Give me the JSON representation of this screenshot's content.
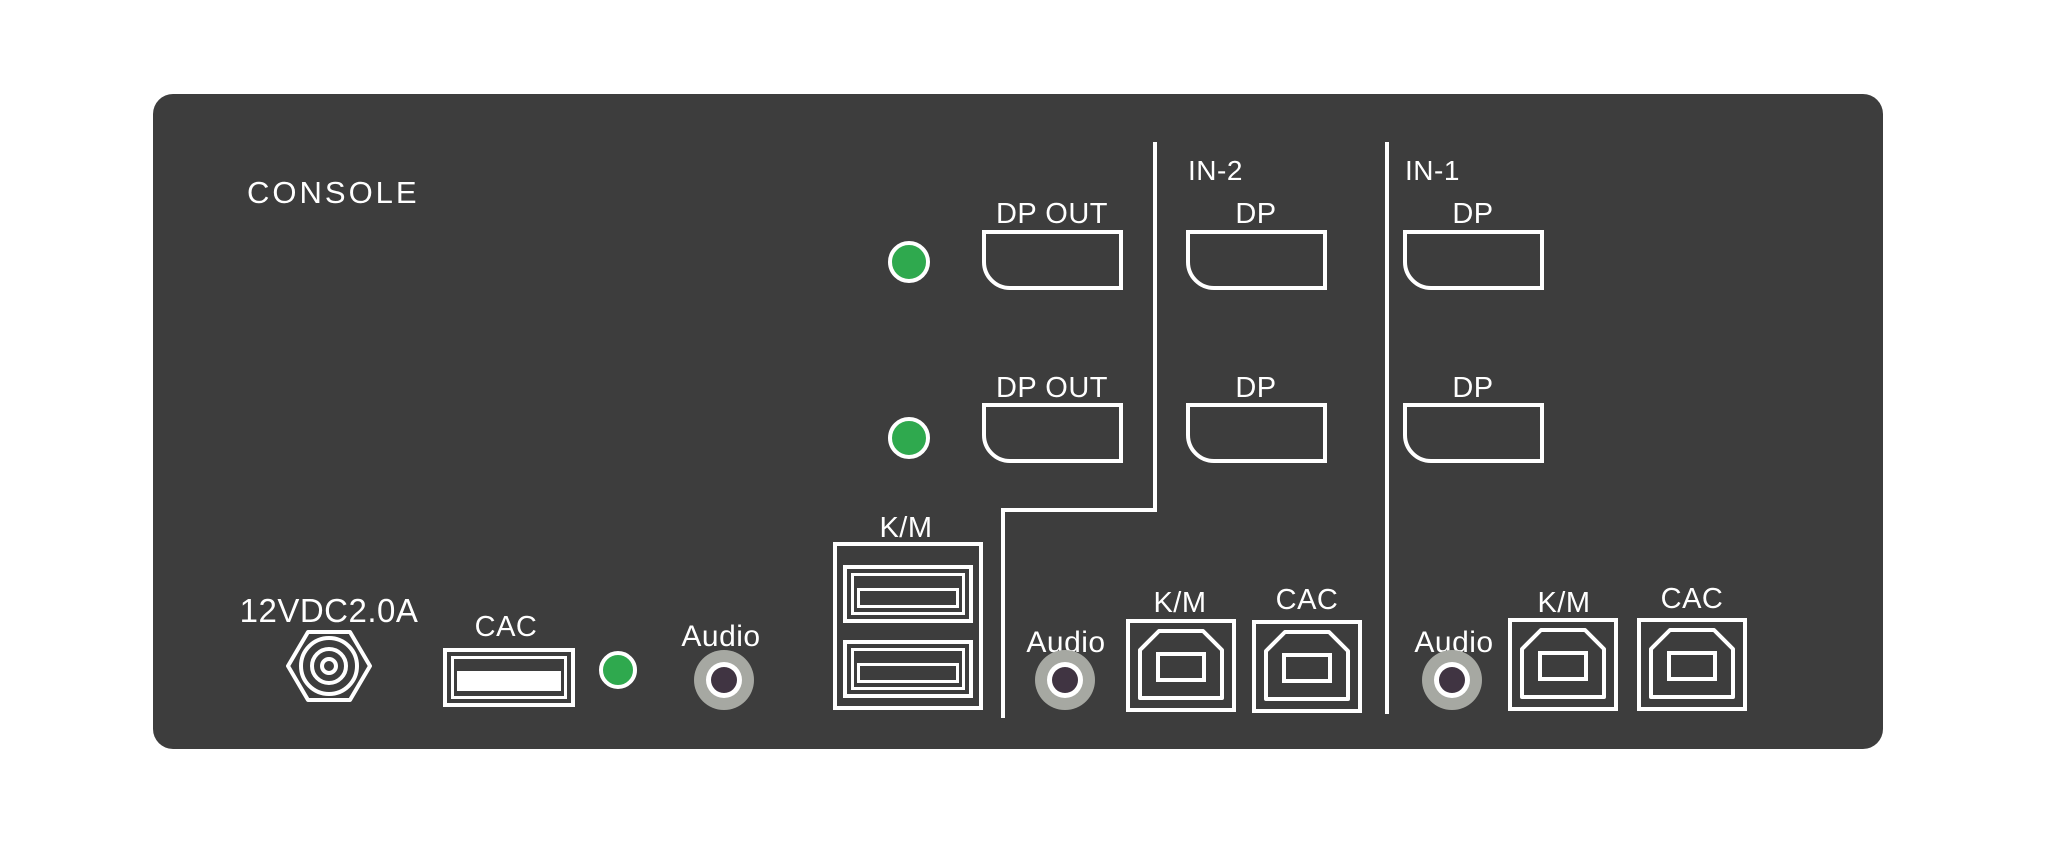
{
  "colors": {
    "panel-bg": "#3d3d3d",
    "outline": "#ffffff",
    "led-green": "#2fa94e",
    "jack-gray": "#a6a8a2",
    "jack-hole": "#403442",
    "page-bg": "#ffffff"
  },
  "console": {
    "title": "CONSOLE",
    "power_label": "12VDC2.0A",
    "cac_label": "CAC",
    "audio_label": "Audio",
    "km_label": "K/M",
    "display_outputs": [
      {
        "label": "DP OUT"
      },
      {
        "label": "DP OUT"
      }
    ]
  },
  "inputs": [
    {
      "section_label": "IN-2",
      "dp_labels": [
        "DP",
        "DP"
      ],
      "audio_label": "Audio",
      "km_label": "K/M",
      "cac_label": "CAC"
    },
    {
      "section_label": "IN-1",
      "dp_labels": [
        "DP",
        "DP"
      ],
      "audio_label": "Audio",
      "km_label": "K/M",
      "cac_label": "CAC"
    }
  ]
}
